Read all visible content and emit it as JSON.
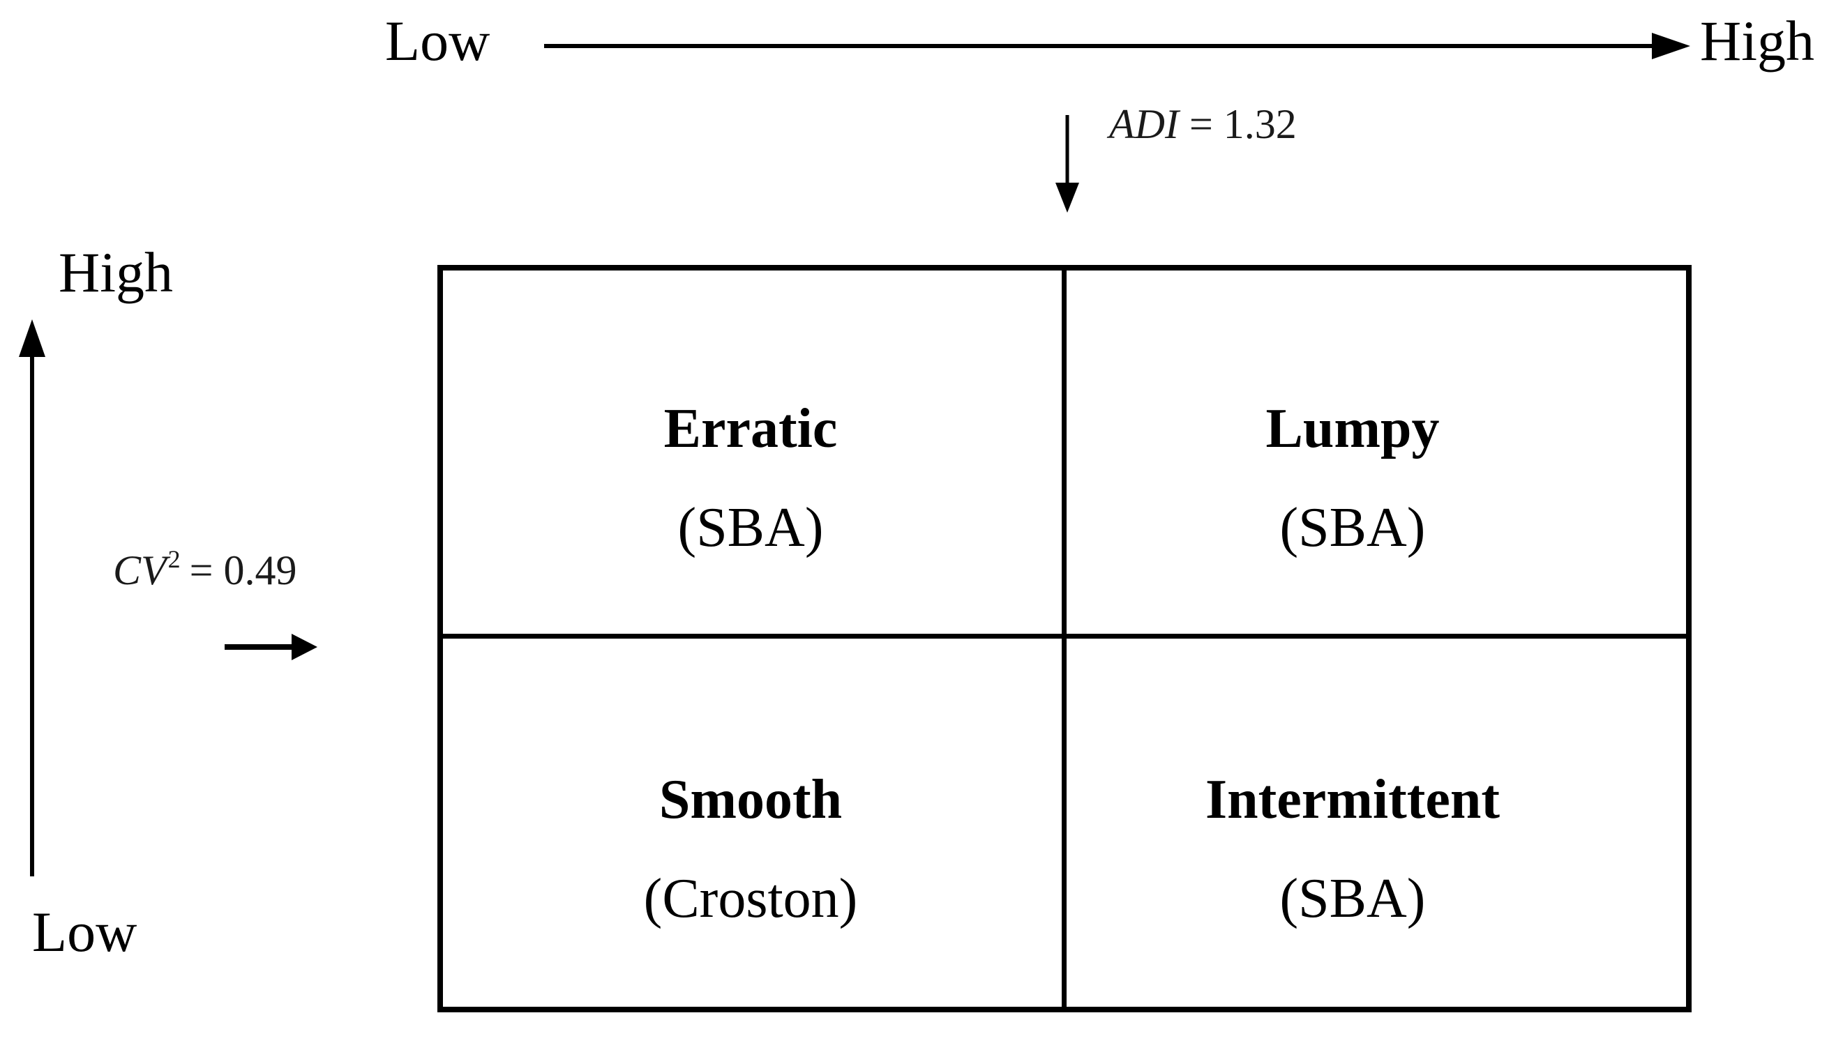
{
  "diagram": {
    "x_axis": {
      "left_label": "Low",
      "right_label": "High"
    },
    "y_axis": {
      "top_label": "High",
      "bottom_label": "Low"
    },
    "thresholds": {
      "adi": {
        "variable": "ADI",
        "value": "= 1.32"
      },
      "cv2": {
        "variable": "CV",
        "exponent": "2",
        "value": "= 0.49"
      }
    },
    "quadrants": [
      {
        "position": "top-left",
        "name": "Erratic",
        "method": "(SBA)"
      },
      {
        "position": "top-right",
        "name": "Lumpy",
        "method": "(SBA)"
      },
      {
        "position": "bottom-left",
        "name": "Smooth",
        "method": "(Croston)"
      },
      {
        "position": "bottom-right",
        "name": "Intermittent",
        "method": "(SBA)"
      }
    ],
    "icons": {
      "x_axis_arrow": "right-arrow",
      "y_axis_arrow": "up-arrow",
      "adi_arrow": "down-arrow",
      "cv2_arrow": "right-arrow"
    },
    "colors": {
      "foreground": "#000000",
      "background": "#ffffff"
    }
  }
}
